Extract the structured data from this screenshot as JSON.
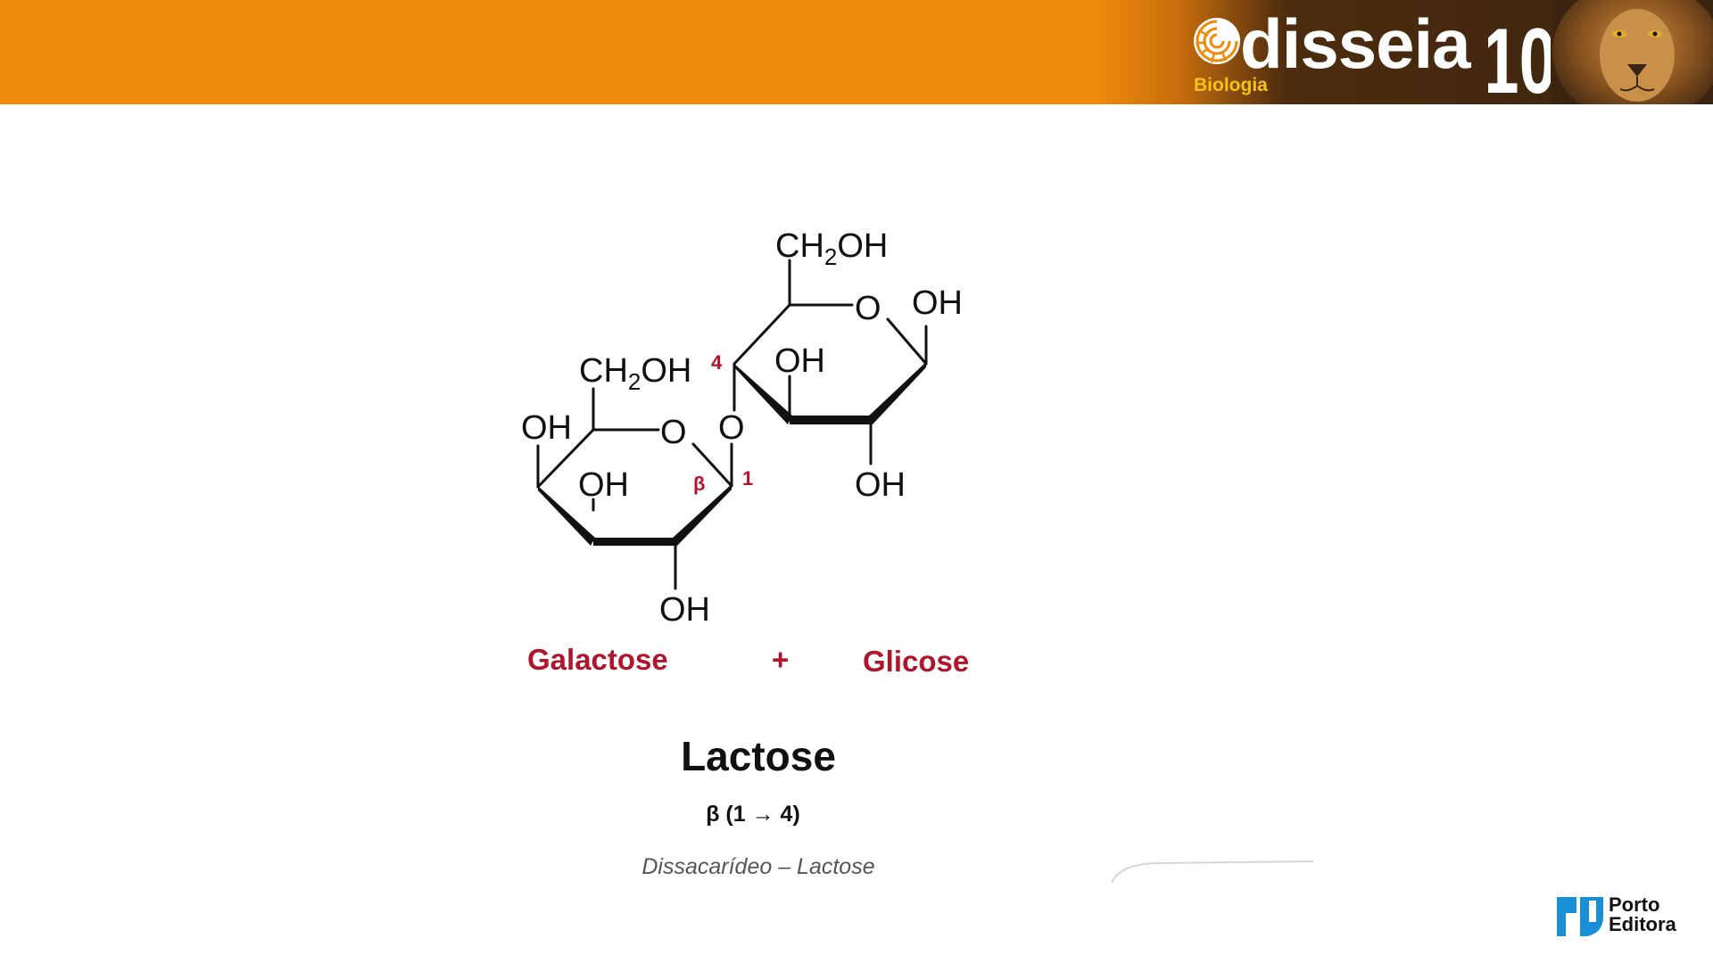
{
  "header": {
    "brand_name": "disseia",
    "brand_subject": "Biologia",
    "grade": "10"
  },
  "diagram": {
    "glucose_ch2oh_prefix": "CH",
    "glucose_ch2oh_subscript": "2",
    "glucose_ch2oh_suffix": "OH",
    "galactose_ch2oh_prefix": "CH",
    "galactose_ch2oh_subscript": "2",
    "galactose_ch2oh_suffix": "OH",
    "ring_oxygen": "O",
    "bridge_oxygen": "O",
    "hydroxyl": "OH",
    "carbon_4_label": "4",
    "carbon_1_label": "1",
    "beta_label": "β",
    "monomer_left": "Galactose",
    "plus_sign": "+",
    "monomer_right": "Glicose",
    "title": "Lactose",
    "bond_notation": "β (1 → 4)",
    "caption": "Dissacarídeo – Lactose"
  },
  "footer": {
    "publisher_line1": "Porto",
    "publisher_line2": "Editora"
  },
  "colors": {
    "banner_orange": "#ef8a0a",
    "banner_dark": "#3a2410",
    "brand_subject": "#f5c419",
    "accent_red": "#b0152b",
    "publisher_blue": "#1a8fd6"
  },
  "icons": {
    "brand_logo": "ammonite-spiral-icon",
    "grade_badge": "grade-10-icon",
    "lion_image": "lion-photo",
    "publisher_logo": "porto-editora-logo-icon"
  }
}
